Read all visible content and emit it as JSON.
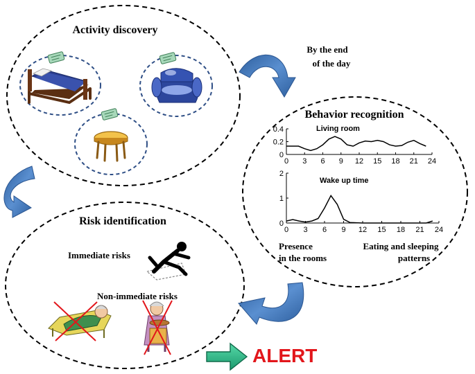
{
  "labels": {
    "activity_discovery": "Activity discovery",
    "by_end_line1": "By the end",
    "by_end_line2": "of the day",
    "behavior_recognition": "Behavior recognition",
    "risk_identification": "Risk identification",
    "immediate_risks": "Immediate risks",
    "non_immediate_risks": "Non-immediate risks",
    "presence_line1": "Presence",
    "presence_line2": "in the rooms",
    "eating_line1": "Eating and sleeping",
    "eating_line2": "patterns",
    "alert": "ALERT"
  },
  "icons": {
    "sensor": "sensor-tag-icon",
    "bed": "bed-icon",
    "armchair": "armchair-icon",
    "table": "table-icon",
    "falling_person": "falling-person-icon",
    "lying_person": "lying-person-icon",
    "elderly_woman": "elderly-woman-icon"
  },
  "colors": {
    "curved_arrow": "#3f78b8",
    "alert_arrow": "#2fb588",
    "alert_text": "#e2161b",
    "dashed_circle": "#1f3f78"
  },
  "chart_data": [
    {
      "type": "line",
      "title": "Living room",
      "x": [
        0,
        1,
        2,
        3,
        4,
        5,
        6,
        7,
        8,
        9,
        10,
        11,
        12,
        13,
        14,
        15,
        16,
        17,
        18,
        19,
        20,
        21,
        22,
        23
      ],
      "values": [
        0.13,
        0.13,
        0.13,
        0.09,
        0.06,
        0.09,
        0.15,
        0.24,
        0.28,
        0.24,
        0.15,
        0.13,
        0.18,
        0.21,
        0.2,
        0.22,
        0.2,
        0.15,
        0.13,
        0.14,
        0.19,
        0.22,
        0.17,
        0.13
      ],
      "xticks": [
        0,
        3,
        6,
        9,
        12,
        15,
        18,
        21,
        24
      ],
      "yticks": [
        0,
        0.2,
        0.4
      ],
      "xlim": [
        0,
        24
      ],
      "ylim": [
        0,
        0.4
      ],
      "grid": false
    },
    {
      "type": "line",
      "title": "Wake up time",
      "x": [
        0,
        1,
        2,
        3,
        4,
        5,
        6,
        7,
        8,
        9,
        10,
        11,
        12,
        13,
        14,
        15,
        16,
        17,
        18,
        19,
        20,
        21,
        22,
        23
      ],
      "values": [
        0.08,
        0.14,
        0.08,
        0.04,
        0.08,
        0.18,
        0.6,
        1.1,
        0.75,
        0.15,
        0.02,
        0.01,
        0.0,
        0.0,
        0.0,
        0.0,
        0.0,
        0.0,
        0.0,
        0.0,
        0.0,
        0.0,
        0.0,
        0.08
      ],
      "xticks": [
        0,
        3,
        6,
        9,
        12,
        15,
        18,
        21,
        24
      ],
      "yticks": [
        0,
        1,
        2
      ],
      "xlim": [
        0,
        24
      ],
      "ylim": [
        0,
        2
      ],
      "grid": false
    }
  ]
}
